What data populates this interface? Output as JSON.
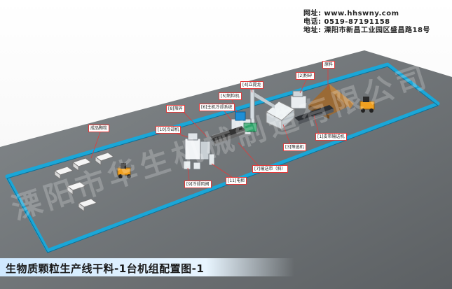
{
  "contact": {
    "website": "网址: www.hhswny.com",
    "phone": "电话: 0519-87191158",
    "address": "地址: 溧阳市新昌工业园区盛昌路18号"
  },
  "labels": {
    "raw_material": "原料",
    "shredder": "[2]粉碎",
    "belt_conveyor": "[1]皮带输送机",
    "sieve": "[3]筛选机",
    "bucket_elevator": "[4]立提龙",
    "pellet_mill": "[5]制粒机",
    "main_cooling": "[6]主机冷却系统",
    "screw_conveyor": "[7]输送带（斜）",
    "sorting": "[8]筛碎",
    "cooler": "[10]冷却机",
    "cooling_fan": "[9]冷却风阀",
    "control_cabinet": "[11]电柜",
    "finished_pellets": "成品颗粒"
  },
  "caption": "生物质颗粒生产线干料-1台机组配置图-1",
  "watermark": "溧阳市华生机械制造有限公司",
  "colors": {
    "floor": "#6e7275",
    "rail": "#1aa7d8",
    "label_border": "#e23b3b",
    "forklift": "#f0a020",
    "pallet": "#8a5a2a"
  }
}
